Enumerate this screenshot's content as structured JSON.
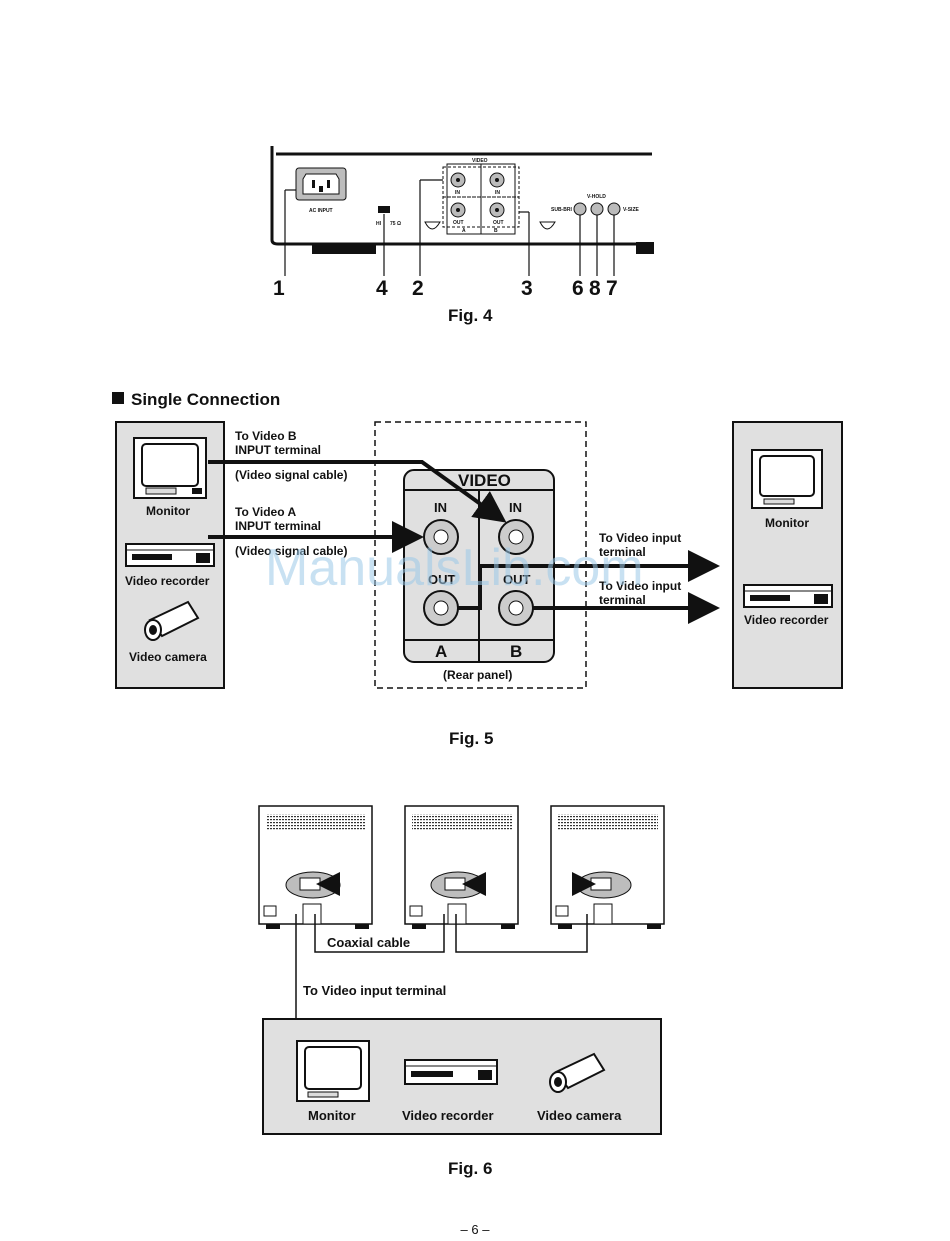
{
  "fig4": {
    "caption": "Fig. 4",
    "panel_labels": {
      "ac_input": "AC INPUT",
      "video": "VIDEO",
      "in": "IN",
      "out": "OUT",
      "a": "A",
      "b": "B",
      "hi": "HI",
      "ohm": "75 Ω",
      "sub_bri": "SUB-BRI",
      "v_hold": "V-HOLD",
      "v_size": "V-SIZE"
    },
    "callouts": [
      "1",
      "4",
      "2",
      "3",
      "6",
      "8",
      "7"
    ]
  },
  "fig5": {
    "section_title": "Single Connection",
    "caption": "Fig. 5",
    "left_devices": [
      "Monitor",
      "Video recorder",
      "Video camera"
    ],
    "right_devices": [
      "Monitor",
      "Video recorder"
    ],
    "to_b_line1": "To Video B",
    "to_b_line2": "INPUT terminal",
    "cable_b": "(Video signal cable)",
    "to_a_line1": "To Video A",
    "to_a_line2": "INPUT terminal",
    "cable_a": "(Video signal cable)",
    "out1_line1": "To Video input",
    "out1_line2": "terminal",
    "out2_line1": "To Video input",
    "out2_line2": "terminal",
    "panel_title": "VIDEO",
    "in_label": "IN",
    "out_label": "OUT",
    "a_label": "A",
    "b_label": "B",
    "rear_panel": "(Rear panel)"
  },
  "fig6": {
    "coax": "Coaxial cable",
    "to_input": "To Video input terminal",
    "devices": [
      "Monitor",
      "Video recorder",
      "Video camera"
    ],
    "caption": "Fig. 6"
  },
  "watermark": "ManualsLib.com",
  "page_number": "– 6 –"
}
